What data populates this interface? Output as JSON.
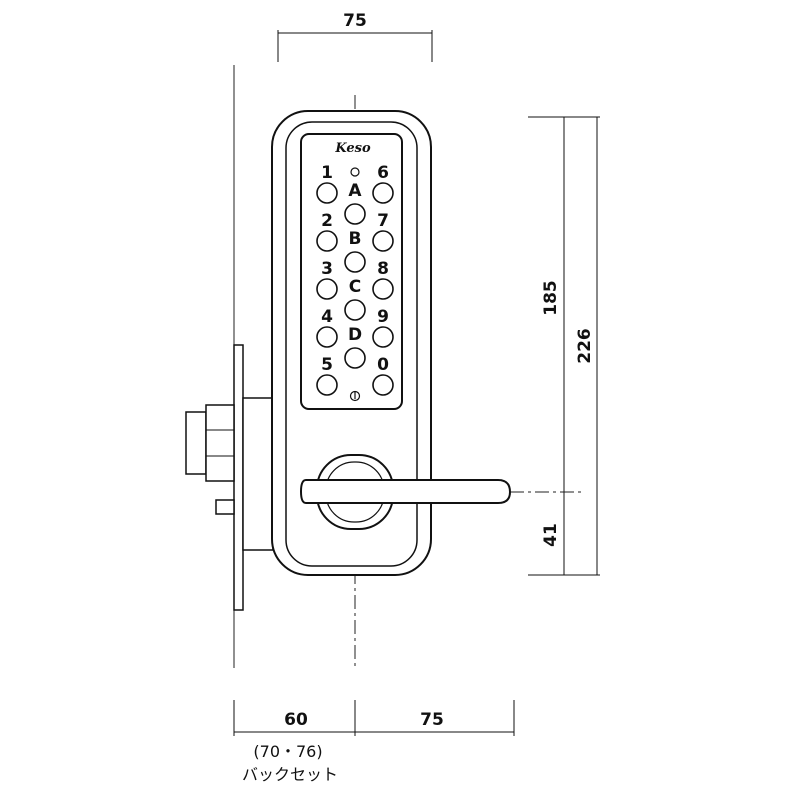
{
  "logo": "Keso",
  "dimensions": {
    "top_width": "75",
    "height_upper": "185",
    "height_total": "226",
    "height_lower": "41",
    "bottom_left": "60",
    "bottom_right": "75"
  },
  "backset": {
    "range": "(70・76)",
    "label": "バックセット"
  },
  "keypad": {
    "left": [
      "1",
      "2",
      "3",
      "4",
      "5"
    ],
    "right": [
      "6",
      "7",
      "8",
      "9",
      "0"
    ],
    "center": [
      "A",
      "B",
      "C",
      "D"
    ]
  }
}
